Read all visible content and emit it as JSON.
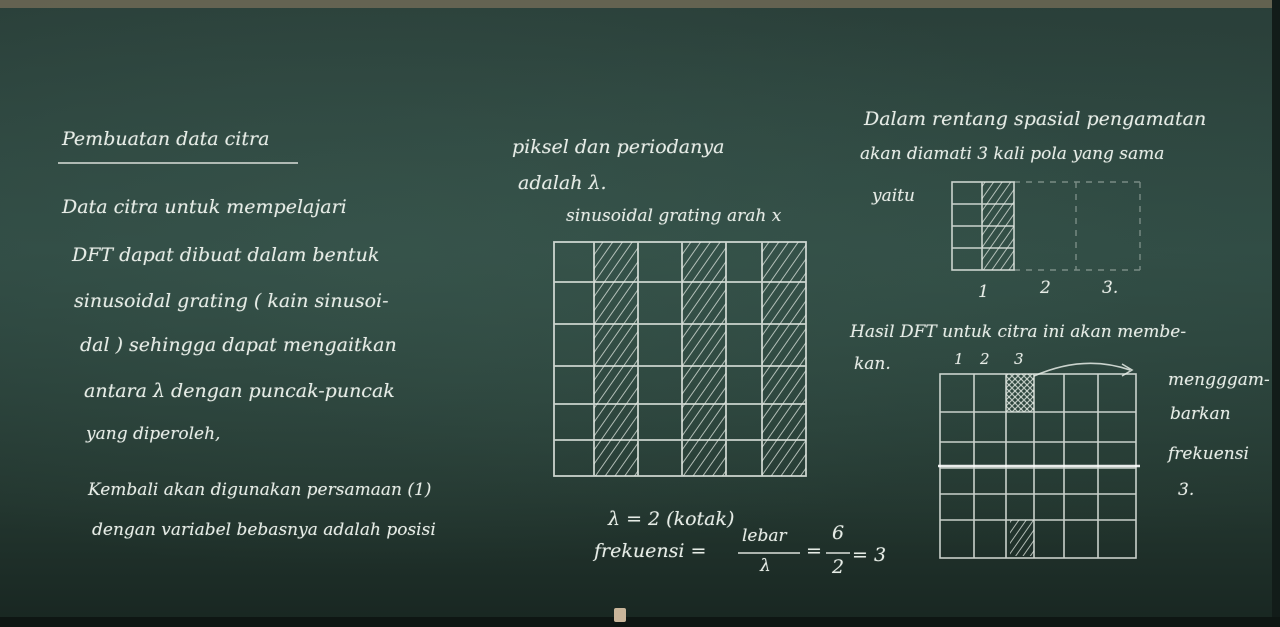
{
  "left": {
    "title": "Pembuatan data citra",
    "lines": [
      "Data citra untuk mempelajari",
      "DFT dapat dibuat dalam bentuk",
      "sinusoidal grating ( kain sinusoi-",
      "dal ) sehingga dapat mengaitkan",
      "antara λ dengan puncak-puncak",
      "yang diperoleh,",
      "Kembali akan digunakan persamaan (1)",
      "dengan variabel bebasnya adalah posisi"
    ]
  },
  "middle": {
    "line1": "piksel dan periodanya",
    "line2": "adalah λ.",
    "grid_title": "sinusoidal grating arah x",
    "lambda": "λ = 2 (kotak)",
    "freq_label": "frekuensi =",
    "freq_num": "lebar",
    "freq_den": "λ",
    "freq_eq": "=",
    "freq_six": "6",
    "freq_two": "2",
    "freq_result": "= 3"
  },
  "right": {
    "line1": "Dalam rentang spasial pengamatan",
    "line2": "akan diamati 3 kali pola yang sama",
    "line3": "yaitu",
    "n1": "1",
    "n2": "2",
    "n3": "3.",
    "dft1": "Hasil DFT untuk citra ini akan membe-",
    "dft2": "kan.",
    "h1": "1",
    "h2": "2",
    "h3": "3",
    "side1": "mengggam-",
    "side2": "barkan",
    "side3": "frekuensi",
    "side4": "3."
  },
  "colors": {
    "board": "#2f4a43",
    "chalk": "#e6ece6"
  }
}
